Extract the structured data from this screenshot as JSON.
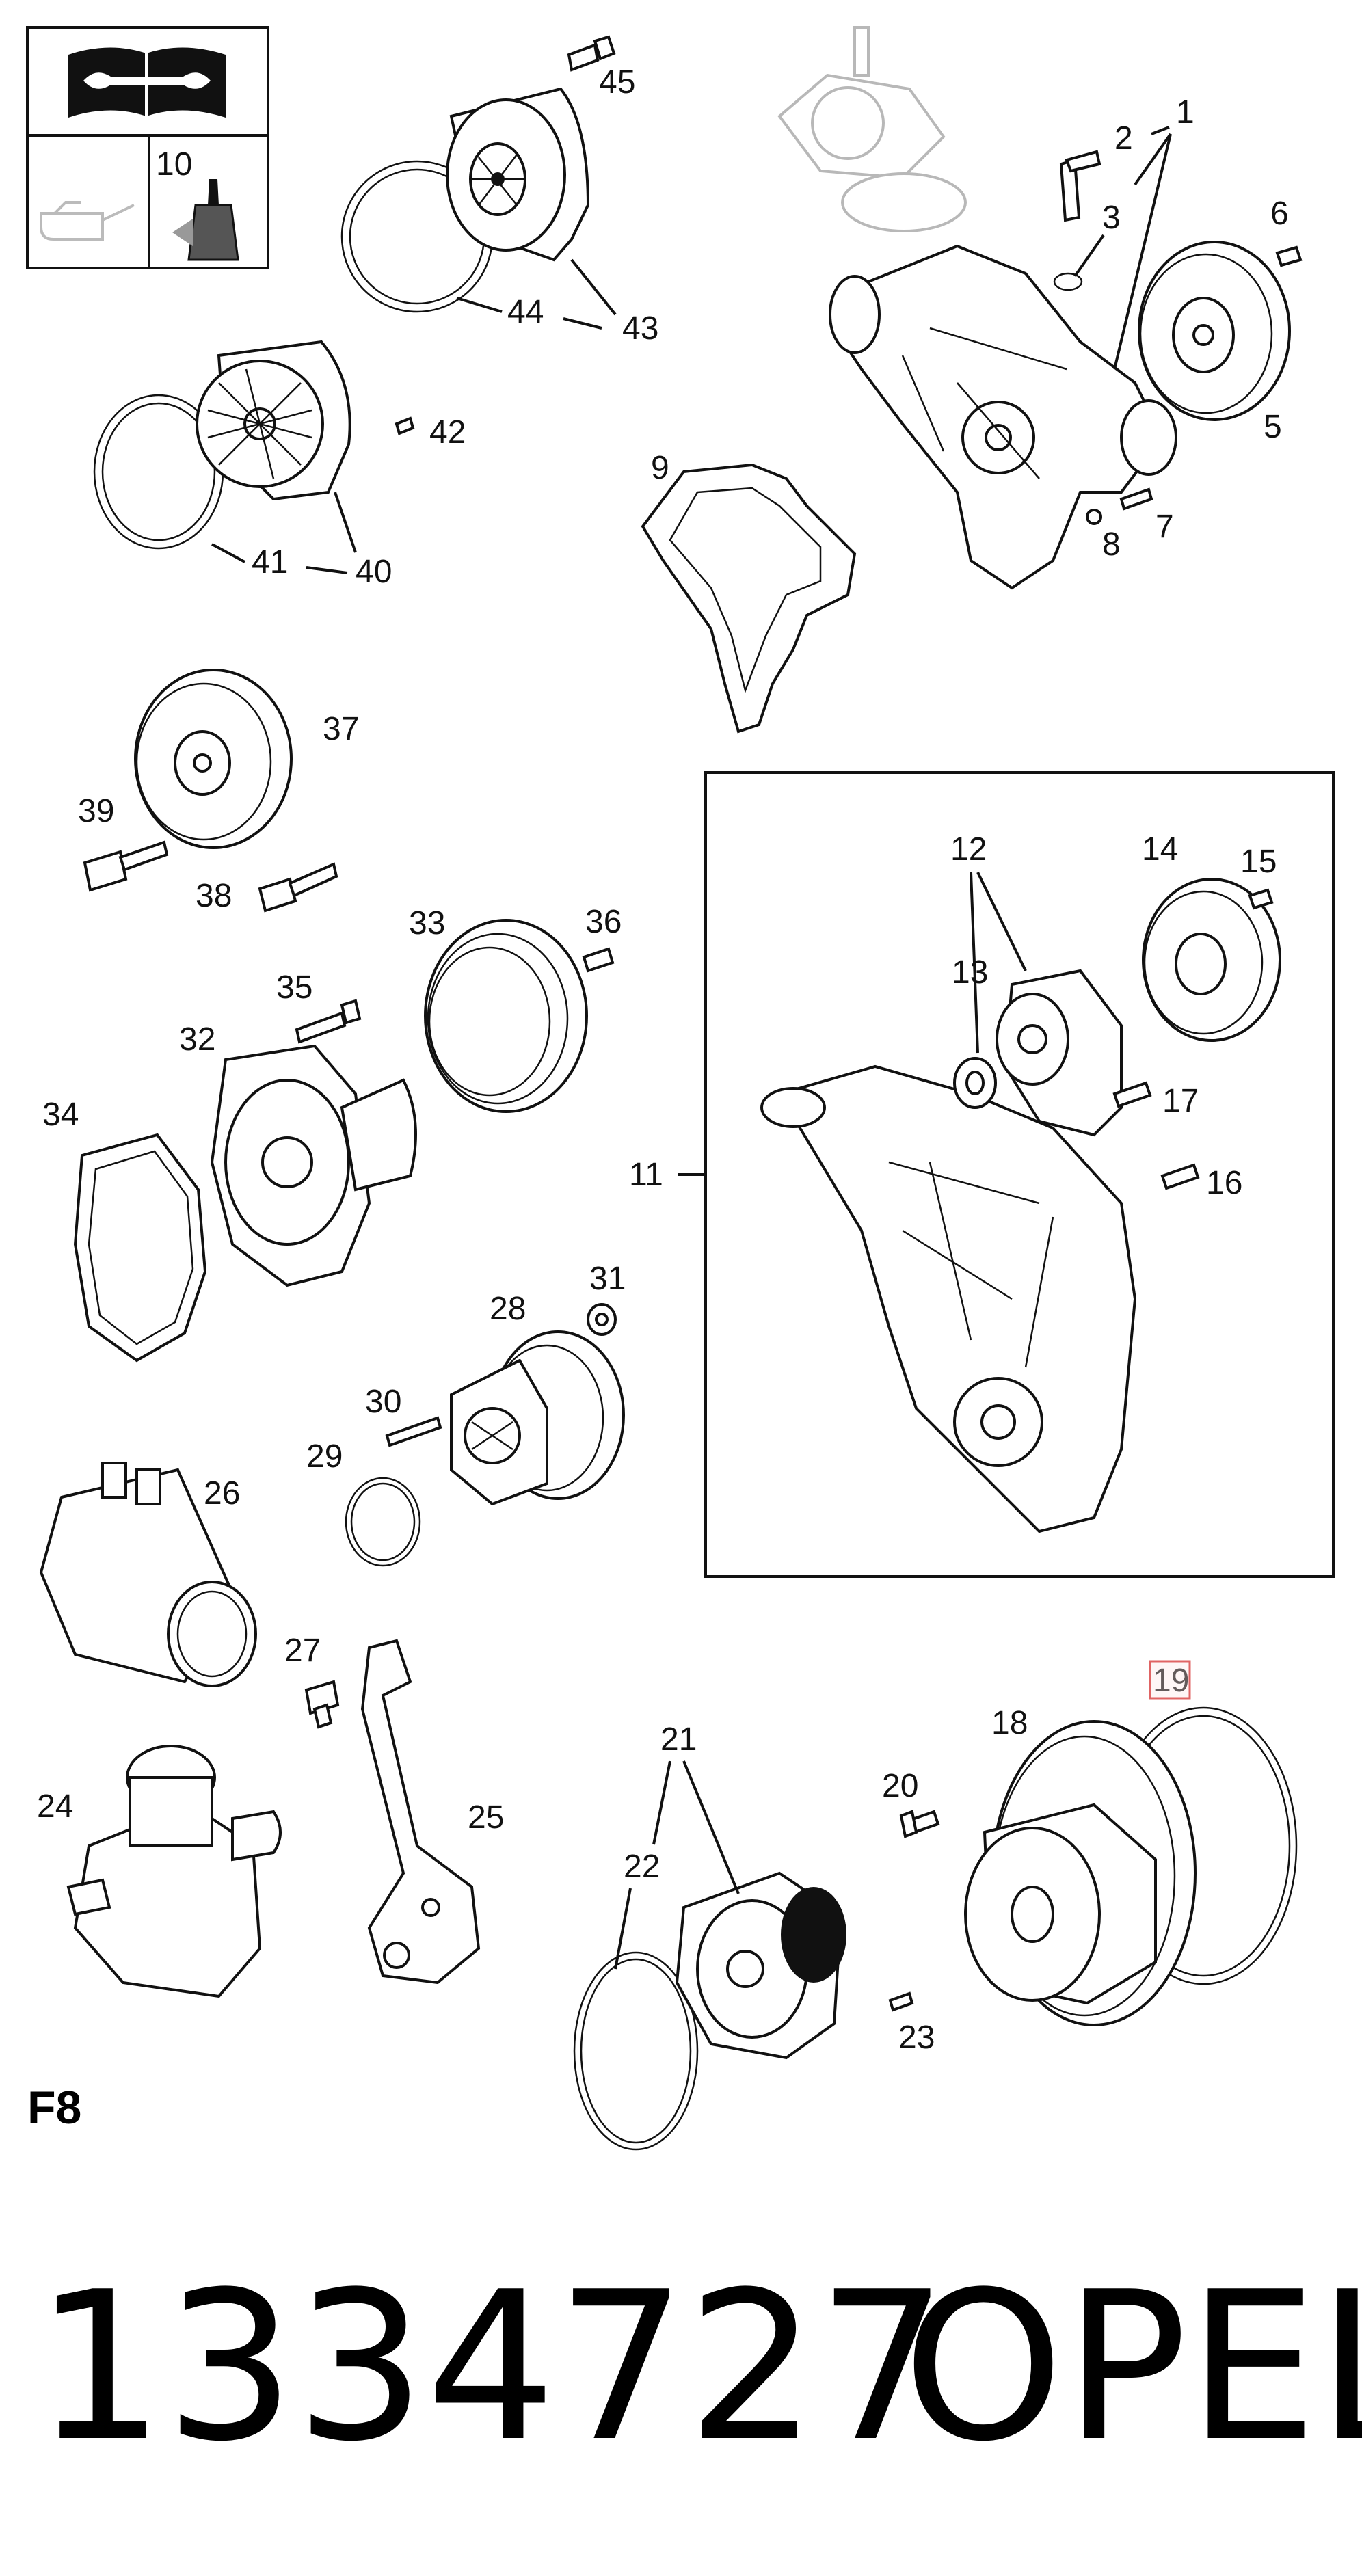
{
  "section_label": "F8",
  "part_number": "1334727",
  "brand": "OPEL",
  "highlighted_callout": "19",
  "icons": [
    "manual-wrench-icon",
    "oil-can-icon",
    "sealant-bottle-icon"
  ],
  "callouts": [
    "1",
    "2",
    "3",
    "5",
    "6",
    "7",
    "8",
    "9",
    "10",
    "11",
    "12",
    "13",
    "14",
    "15",
    "16",
    "17",
    "18",
    "19",
    "20",
    "21",
    "22",
    "23",
    "24",
    "25",
    "26",
    "27",
    "28",
    "29",
    "30",
    "31",
    "32",
    "33",
    "34",
    "35",
    "36",
    "37",
    "38",
    "39",
    "40",
    "41",
    "42",
    "43",
    "44",
    "45"
  ]
}
